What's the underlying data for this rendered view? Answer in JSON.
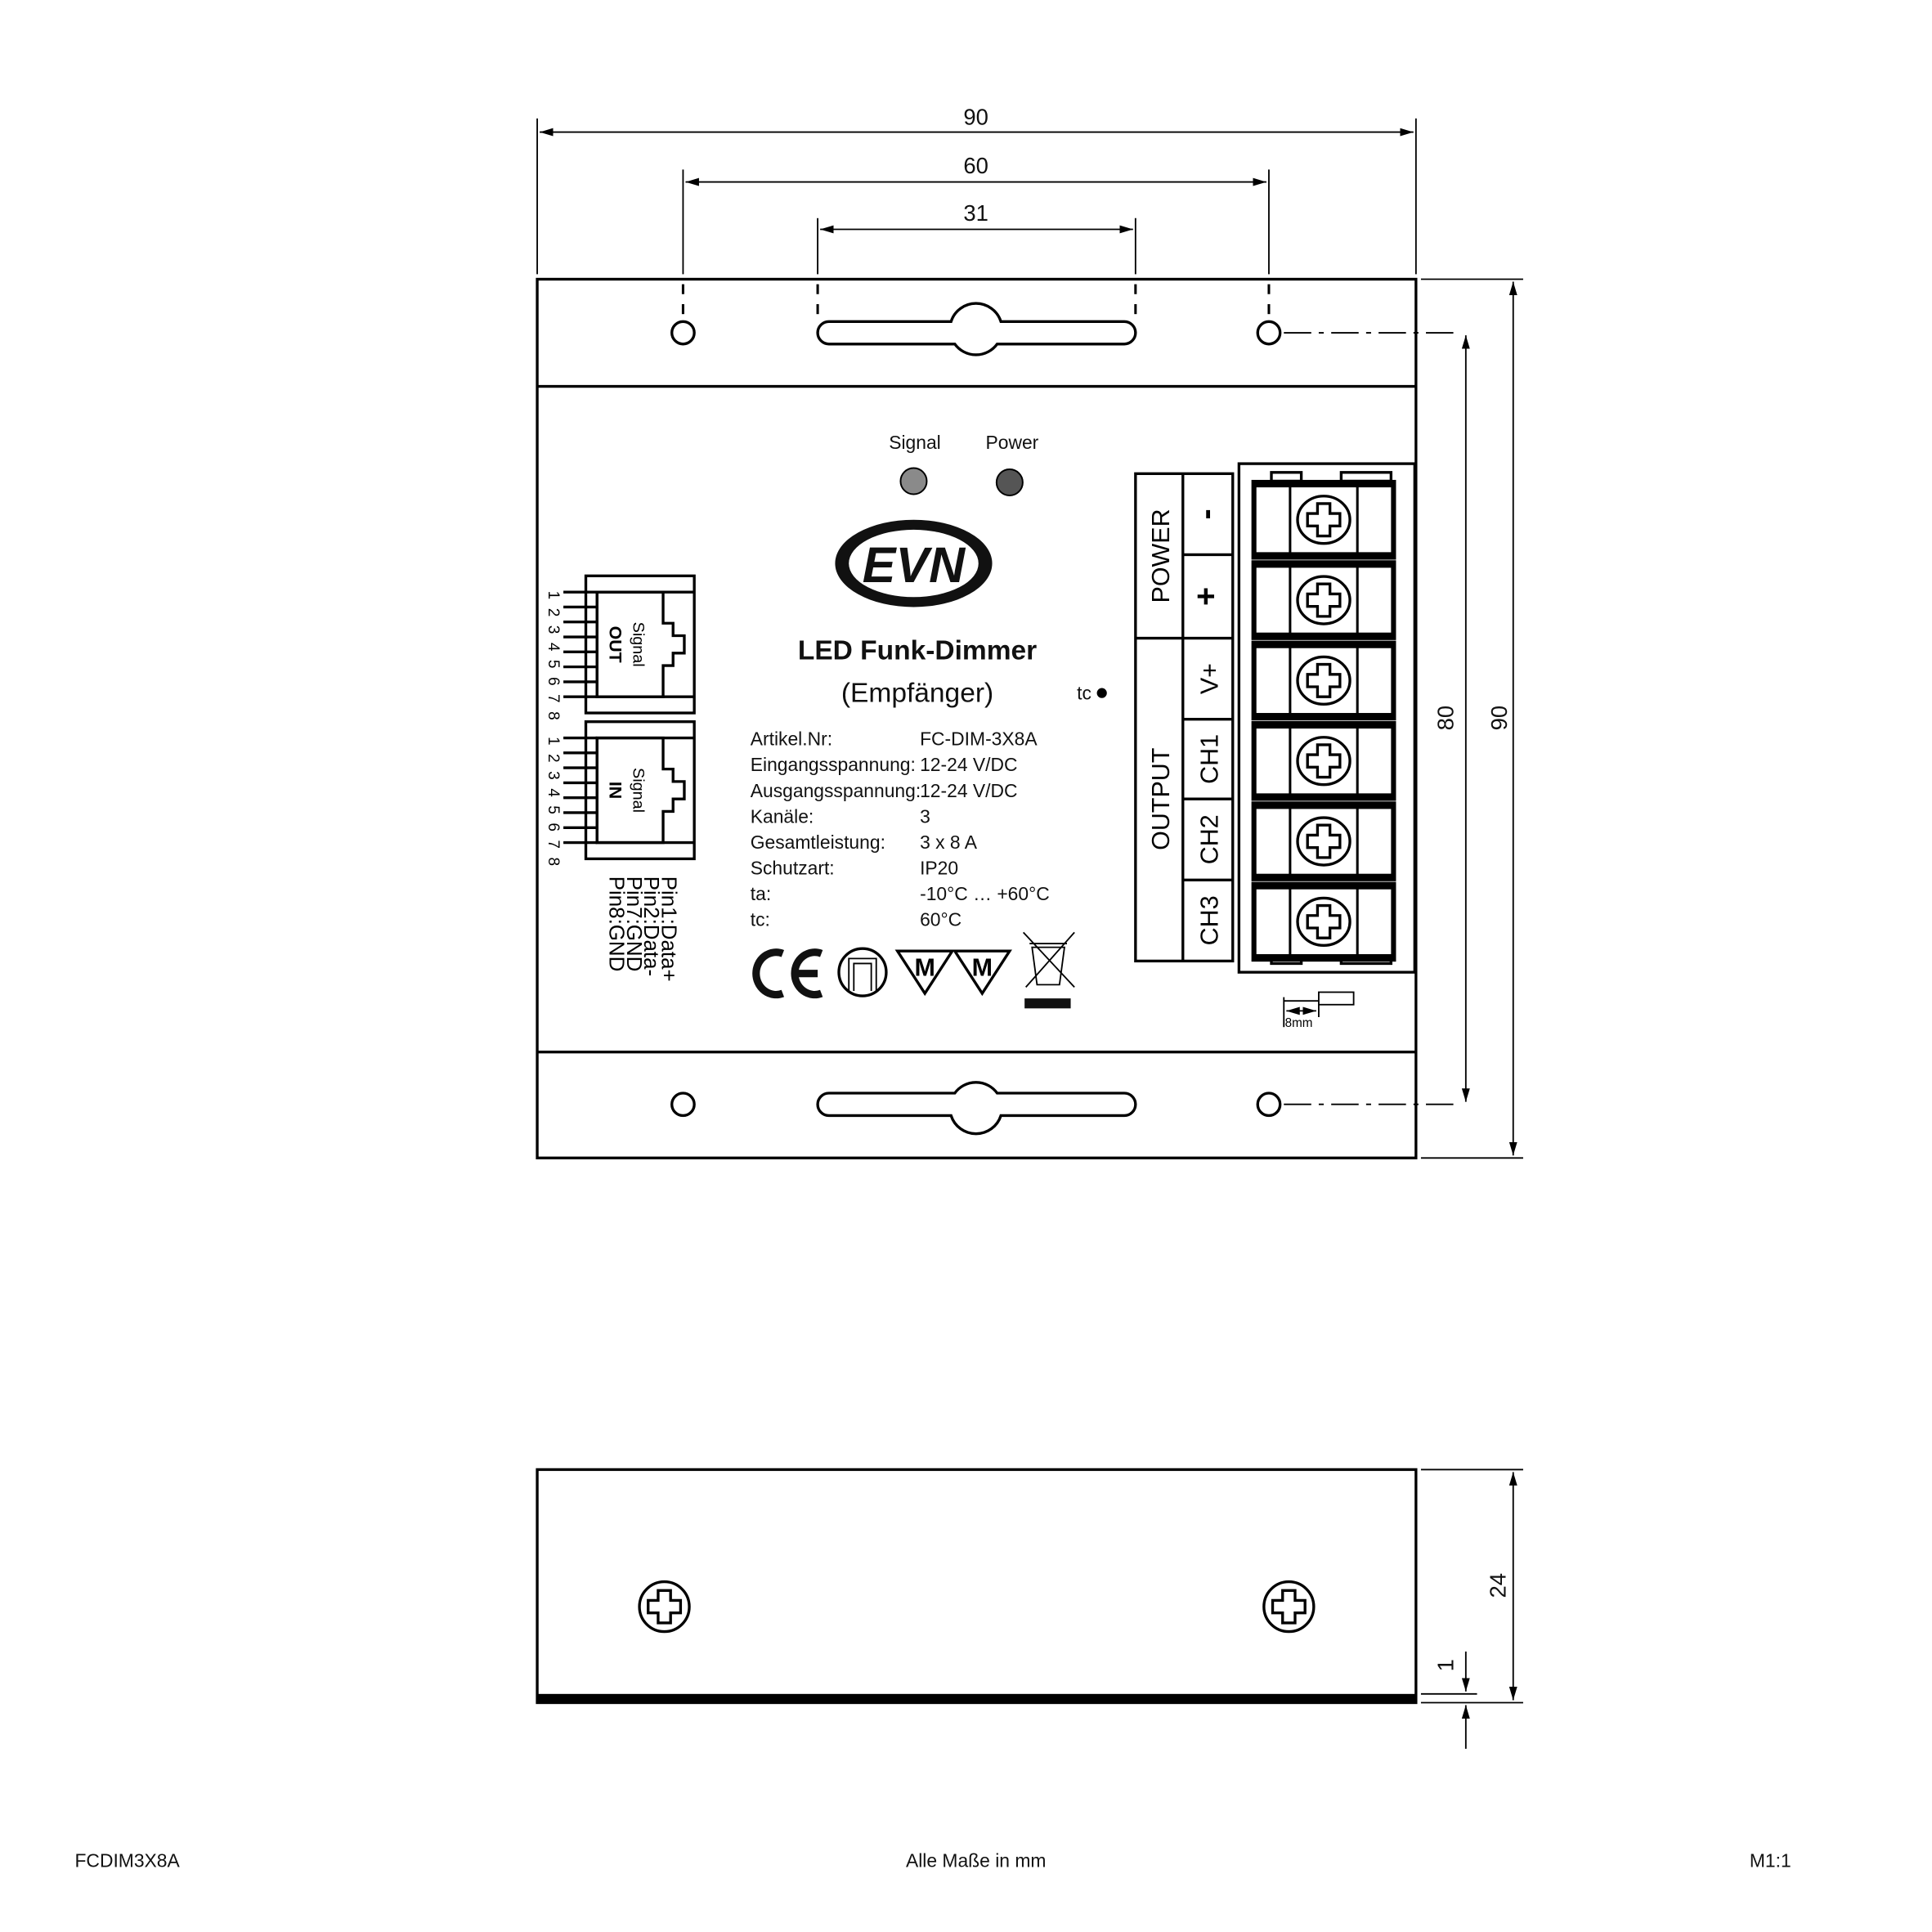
{
  "dimensions": {
    "width_total": "90",
    "hole_spacing": "60",
    "slot_length": "31",
    "hole_spacing_vertical": "80",
    "height_total": "90",
    "depth": "24",
    "base_thickness": "1"
  },
  "leds": {
    "signal_label": "Signal",
    "power_label": "Power",
    "signal_color": "#8a8a8a",
    "power_color": "#555555"
  },
  "label": {
    "logo": "EVN",
    "title": "LED Funk-Dimmer",
    "subtitle": "(Empfänger)",
    "tc_marker": "tc",
    "specs": [
      {
        "key": "Artikel.Nr:",
        "value": "FC-DIM-3X8A"
      },
      {
        "key": "Eingangsspannung:",
        "value": "12-24 V/DC"
      },
      {
        "key": "Ausgangsspannung:",
        "value": "12-24 V/DC"
      },
      {
        "key": "Kanäle:",
        "value": "3"
      },
      {
        "key": "Gesamtleistung:",
        "value": "3 x 8 A"
      },
      {
        "key": "Schutzart:",
        "value": "IP20"
      },
      {
        "key": "ta:",
        "value": "-10°C … +60°C"
      },
      {
        "key": "tc:",
        "value": "60°C"
      }
    ],
    "symbols": [
      "ce-mark",
      "class-symbol",
      "m-mark",
      "m-mark",
      "weee-bin"
    ],
    "m_letter": "M"
  },
  "connectors": {
    "out": {
      "line1": "Signal",
      "line2": "OUT"
    },
    "in": {
      "line1": "Signal",
      "line2": "IN"
    },
    "pin_numbers": "1 2 3 4 5 6 7 8",
    "pinout": [
      "Pin1:Data+",
      "Pin2:Data-",
      "Pin7:GND",
      "Pin8:GND"
    ]
  },
  "terminals": {
    "group_power": "POWER",
    "group_output": "OUTPUT",
    "labels": [
      "-",
      "+",
      "V+",
      "CH1",
      "CH2",
      "CH3"
    ],
    "strip_length": "8mm"
  },
  "footer": {
    "article": "FCDIM3X8A",
    "note": "Alle Maße in mm",
    "scale": "M1:1"
  }
}
